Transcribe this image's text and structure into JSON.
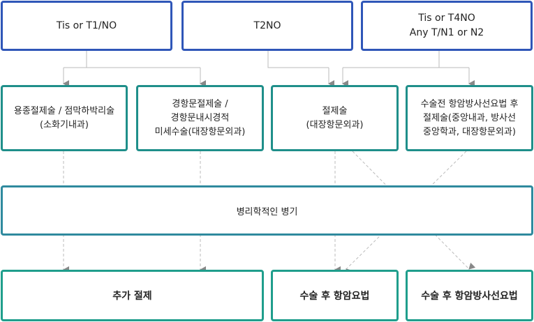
{
  "stages": [
    {
      "lines": [
        "Tis or T1/NO"
      ]
    },
    {
      "lines": [
        "T2NO"
      ]
    },
    {
      "lines": [
        "Tis or T4NO",
        "Any T/N1 or N2"
      ]
    }
  ],
  "treatments": [
    {
      "lines": [
        "용종절제술 / 점막하박리술",
        "(소화기내과)"
      ]
    },
    {
      "lines": [
        "경항문절제술 /",
        "경항문내시경적",
        "미세수술(대장항문외과)"
      ]
    },
    {
      "lines": [
        "절제술",
        "(대장항문외과)"
      ]
    },
    {
      "lines": [
        "수술전 항암방사선요법 후",
        "절제술(중앙내과, 방사선",
        "중앙학과, 대장항문외과)"
      ]
    }
  ],
  "pathology": {
    "label": "병리학적인 병기"
  },
  "outcomes": [
    {
      "label": "추가 절제"
    },
    {
      "label": "수술 후 항암요법"
    },
    {
      "label": "수술 후 항암방사선요법"
    }
  ],
  "colors": {
    "stage_border": "#2f56b8",
    "treatment_border": "#1f8f8a",
    "connector": "#aaaaaa"
  }
}
